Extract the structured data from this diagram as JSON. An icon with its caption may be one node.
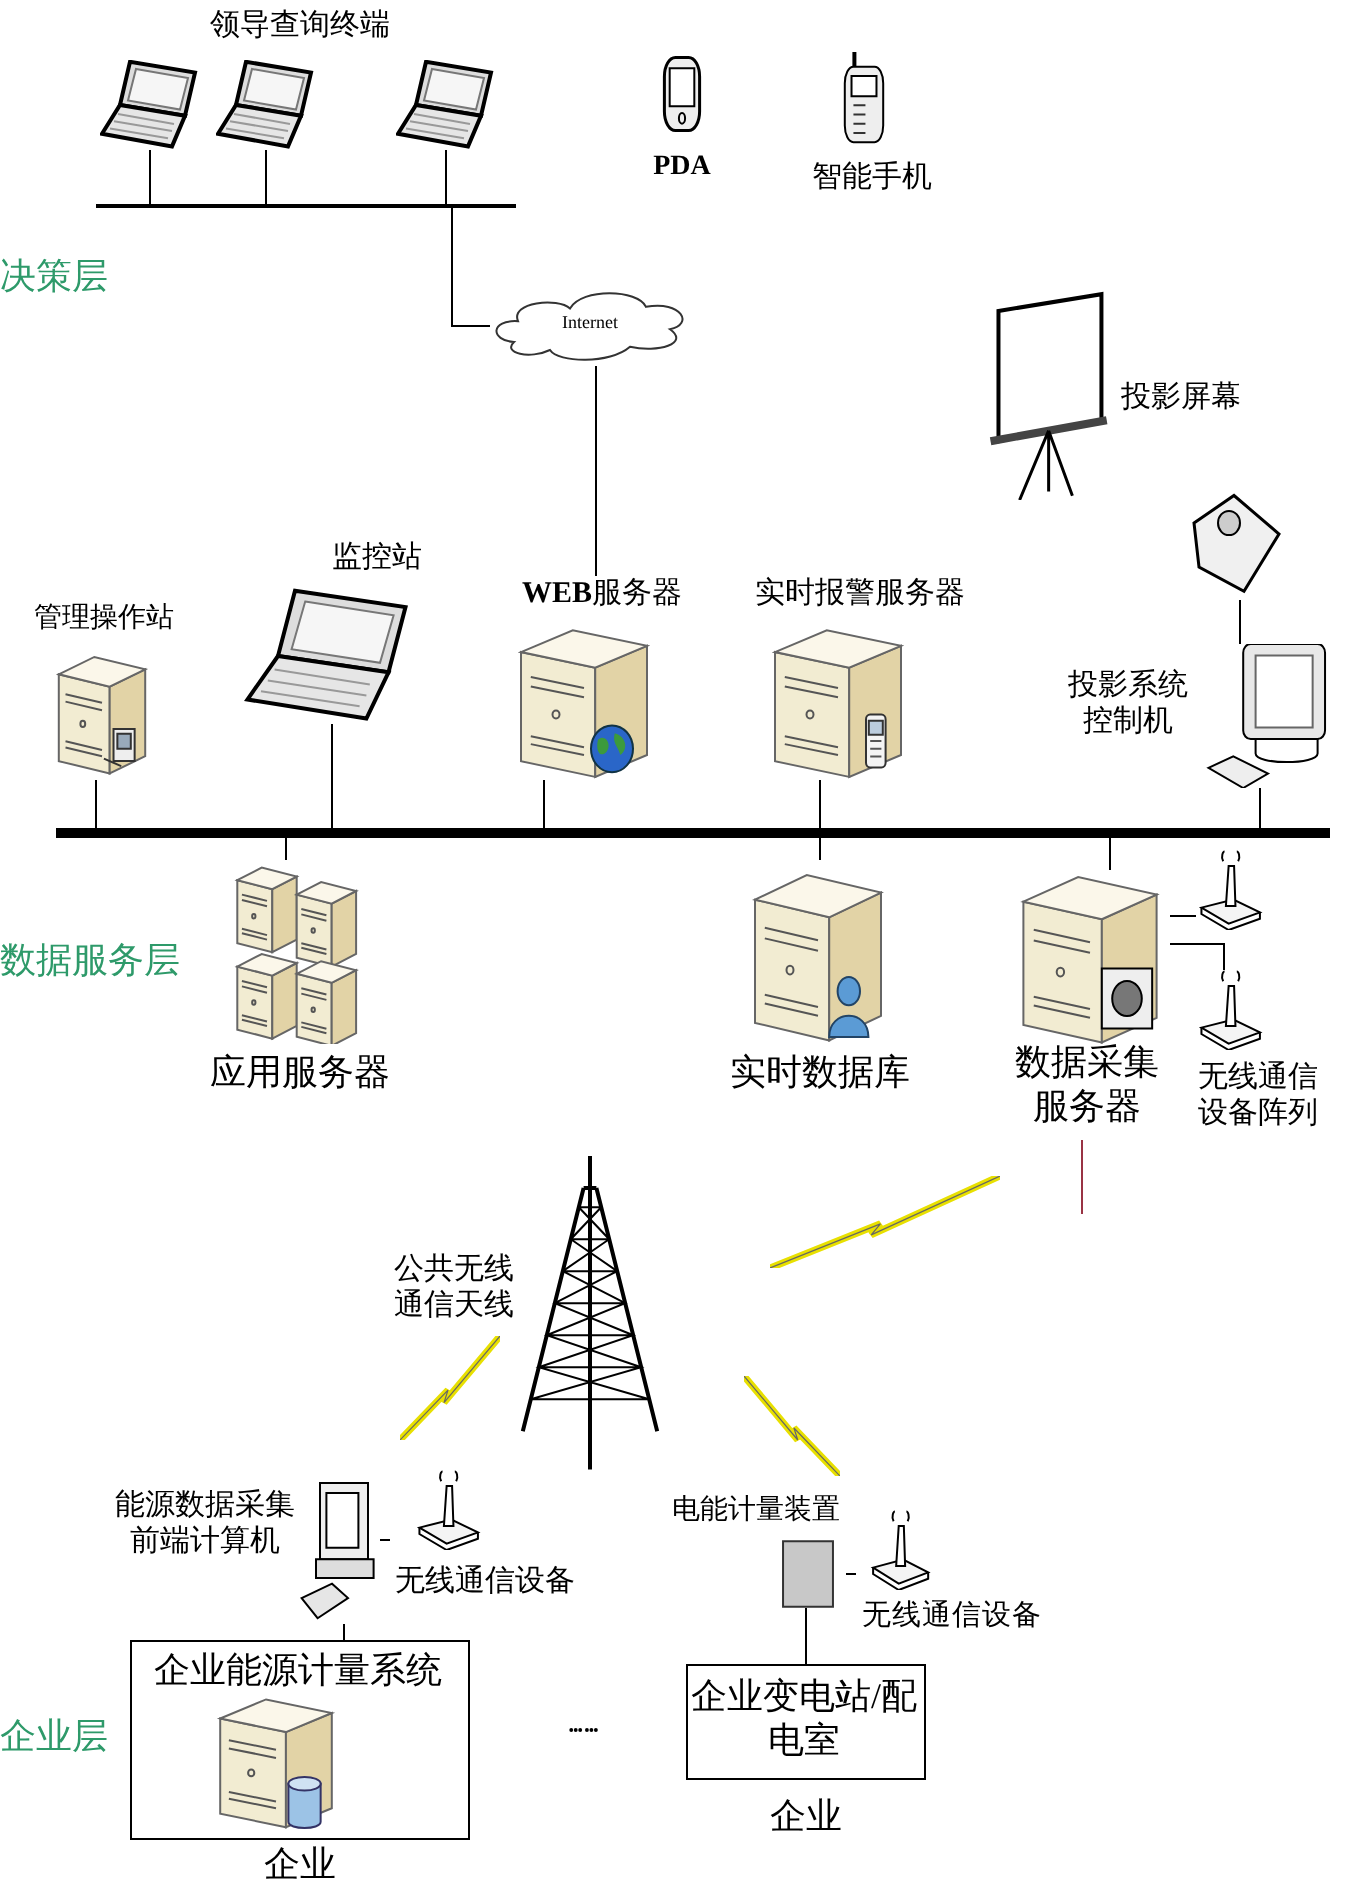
{
  "diagram": {
    "nodes": [
      {
        "text": [],
        "shape": "picture"
      },
      {
        "text": [],
        "shape": "picture"
      },
      {
        "text": [],
        "shape": "picture"
      },
      {
        "text": [],
        "shape": "bar"
      },
      {
        "text": [
          "Internet"
        ]
      },
      {
        "text": [
          "管理操作站"
        ]
      },
      {
        "text": [
          "监控站"
        ]
      },
      {
        "text": [
          "**WEB**服务器"
        ]
      },
      {
        "text": [
          "实时报警服务器"
        ]
      },
      {
        "text": [
          "投影屏幕"
        ]
      },
      {
        "text": [],
        "shape": "picture"
      },
      {
        "text": [
          "投影系统控制机"
        ]
      },
      {
        "text": [],
        "shape": "bar"
      },
      {
        "text": [
          "应用服务器"
        ]
      },
      {
        "text": [
          "实时数据库"
        ]
      },
      {
        "text": [
          "数据采集服务器"
        ]
      },
      {
        "text": [],
        "shape": "picture"
      },
      {
        "text": [],
        "shape": "picture",
        "beside": [
          "无线通信设备阵列"
        ]
      },
      {
        "text": [
          "公共无线通信天线"
        ]
      },
      {
        "text": [
          "能源数据采集前端计算机"
        ]
      },
      {
        "text": [
          "无线通信设备"
        ]
      },
      {
        "text": [
          "企业能源计量系统"
        ],
        "beside": [
          "企业"
        ]
      },
      {
        "text": [],
        "shape": "picture",
        "in": 21
      },
      {
        "text": [
          "电能计量装置"
        ]
      },
      {
        "text": [
          "无线通信设备"
        ]
      },
      {
        "text": [
          "企业变电站/配电室"
        ],
        "beside": [
          "企业"
        ]
      }
    ],
    "edges": [
      {
        "from": 0,
        "to": 3,
        "arrow": "none"
      },
      {
        "from": 1,
        "to": 3,
        "arrow": "none"
      },
      {
        "from": 2,
        "to": 3,
        "arrow": "none"
      },
      {
        "from": 3,
        "to": 4,
        "arrow": "none"
      },
      {
        "from": 4,
        "to": 7,
        "arrow": "none"
      },
      {
        "from": 5,
        "to": 12,
        "arrow": "none"
      },
      {
        "from": 6,
        "to": 12,
        "arrow": "none"
      },
      {
        "from": 7,
        "to": 12,
        "arrow": "none"
      },
      {
        "from": 8,
        "to": 12,
        "arrow": "none"
      },
      {
        "from": 11,
        "to": 12,
        "arrow": "none"
      },
      {
        "from": 10,
        "to": 11,
        "arrow": "none"
      },
      {
        "from": 12,
        "to": 13,
        "arrow": "none"
      },
      {
        "from": 12,
        "to": 14,
        "arrow": "none"
      },
      {
        "from": 12,
        "to": 15,
        "arrow": "none"
      },
      {
        "from": 15,
        "to": 16,
        "arrow": "none"
      },
      {
        "from": 15,
        "to": 17,
        "arrow": "none"
      },
      {
        "from": 15,
        "to": null,
        "arrow": "none",
        "color": "#993344"
      },
      {
        "from": 19,
        "to": 20,
        "arrow": "none"
      },
      {
        "from": 19,
        "to": 21,
        "arrow": "none"
      },
      {
        "from": 23,
        "to": 24,
        "arrow": "none"
      },
      {
        "from": 23,
        "to": 25,
        "arrow": "none"
      }
    ],
    "labels": [
      "领导查询终端",
      "PDA",
      "智能手机",
      "决策层",
      "数据服务层",
      "企业层"
    ]
  }
}
